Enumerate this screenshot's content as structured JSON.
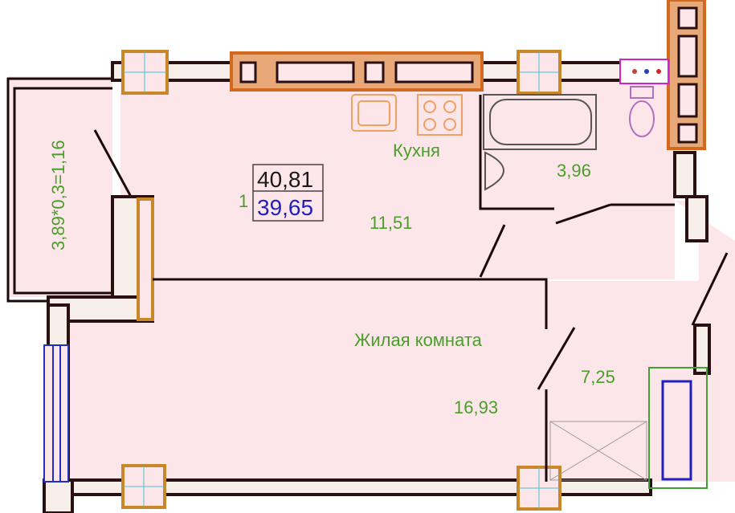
{
  "apartment": {
    "number": "1",
    "total_area": "40,81",
    "living_area": "39,65"
  },
  "rooms": [
    {
      "name": "Кухня",
      "area": "11,51"
    },
    {
      "name": "",
      "area": "3,96"
    },
    {
      "name": "Жилая комната",
      "area": "16,93"
    },
    {
      "name": "",
      "area": "7,25"
    }
  ],
  "balcony": {
    "formula": "3,89*0,3=1,16"
  },
  "colors": {
    "label": "#4a9e2a",
    "living_area": "#2020c0",
    "floor": "#fde6ea",
    "wall_accent": "#d2691e"
  }
}
